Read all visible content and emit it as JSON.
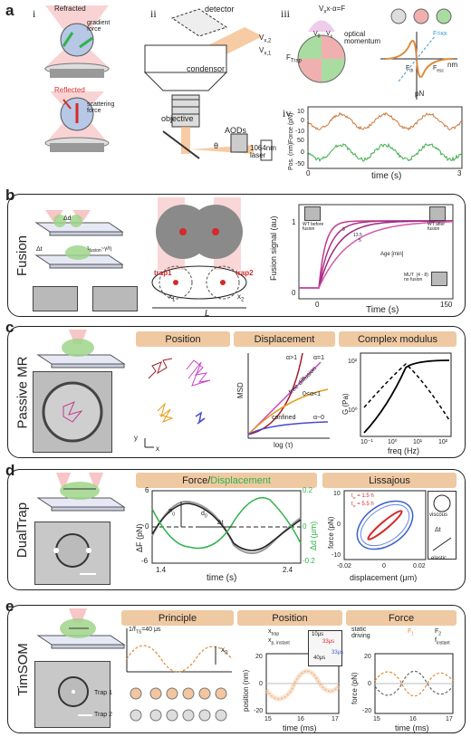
{
  "panels": {
    "a": {
      "letter": "a",
      "i": {
        "roman": "i",
        "refracted": "Refracted",
        "gradient_force": "gradient\nforce",
        "reflected": "Reflected",
        "scattering_force": "scattering\nforce"
      },
      "ii": {
        "roman": "ii",
        "detector": "detector",
        "vx2": "V",
        "vx2_sub": "x,2",
        "vx1": "V",
        "vx1_sub": "x,1",
        "condensor": "condensor",
        "objective": "objective",
        "aods": "AODs",
        "theta": "θ",
        "laser": "1064nm\nlaser"
      },
      "iii": {
        "roman": "iii",
        "vx_eq": "V",
        "vx_eq_rest": "x·α=F",
        "vx_eq_sub": "x",
        "v0": "V",
        "v0_sub": "0",
        "vx": "V",
        "vx_sub": "x",
        "optical_momentum": "optical\nmomentum",
        "f_trap": "F",
        "f_trap_sub": "Trap",
        "f_eq": "F=κx",
        "nm": "nm",
        "pn": "pN",
        "f_th": "F",
        "f_th_sub": "th",
        "f_esc": "F",
        "f_esc_sub": "esc"
      },
      "iv": {
        "roman": "iv",
        "ylabel_force": "Force (pN)",
        "ylabel_pos": "Pos. (nm)",
        "xlabel": "time (s)",
        "force_ticks": [
          "10",
          "0",
          "-10"
        ],
        "pos_ticks": [
          "50",
          "0",
          "-50"
        ],
        "x_ticks": [
          "0",
          "3"
        ]
      }
    },
    "b": {
      "letter": "b",
      "title": "Fusion",
      "delta_d": "Δd",
      "delta_t": "Δt",
      "tau": "τ",
      "tau_sub": "fusion",
      "tau_rest": "~γ/η",
      "trap1": "trap1",
      "trap2": "trap2",
      "x1": "x",
      "x1_sub": "1",
      "x2": "x",
      "x2_sub": "2",
      "L": "L",
      "ylabel": "Fusion signal (au)",
      "xlabel": "Time (s)",
      "x_ticks": [
        "0",
        "150"
      ],
      "y_ticks": [
        "1",
        "0"
      ],
      "wt_before": "WT before\nfusion",
      "wt_after": "WT after\nfusion",
      "age": "Age [min]",
      "mut": "MUT  (4 - 8)\nno fusion",
      "age_labels": [
        "9",
        "13.5",
        "5"
      ]
    },
    "c": {
      "letter": "c",
      "title": "Passive MR",
      "headers": [
        "Position",
        "Displacement",
        "Complex modulus"
      ],
      "axis_y": "y",
      "axis_x": "x",
      "msd_ylabel": "MSD",
      "msd_xlabel": "log (τ)",
      "alpha_gt1": "α>1",
      "alpha_eq1": "α=1",
      "free_diffusion": "free diffusion",
      "alpha_between": "0<α<1",
      "confined": "confined",
      "alpha_0": "α~0",
      "g_ylabel": "G (Pa)",
      "g_xlabel": "freq (Hz)",
      "g_yticks": [
        "10²",
        "10⁰"
      ],
      "g_xticks": [
        "10⁻¹",
        "10⁰",
        "10¹",
        "10²"
      ]
    },
    "d": {
      "letter": "d",
      "title": "DualTrap",
      "header_force": "Force",
      "header_slash": "/",
      "header_disp": "Displacement",
      "header_lissajous": "Lissajous",
      "ylabel_left": "ΔF (pN)",
      "ylabel_right": "Δd (μm)",
      "xlabel": "time (s)",
      "left_ticks": [
        "6",
        "0",
        "-6"
      ],
      "right_ticks": [
        "0.2",
        "0",
        "-0.2"
      ],
      "x_ticks": [
        "1.4",
        "2.4"
      ],
      "f0": "F",
      "f0_sub": "0",
      "d0": "d",
      "d0_sub": "0",
      "dt": "Δt",
      "liss_ylabel": "force (pN)",
      "liss_xlabel": "displacement (μm)",
      "liss_yticks": [
        "10",
        "0",
        "-10"
      ],
      "liss_xticks": [
        "-0.02",
        "0",
        "0.02"
      ],
      "legend_1": "t",
      "legend_1_sub": "w",
      "legend_1_val": " = 1.5 h",
      "legend_2": "t",
      "legend_2_sub": "w",
      "legend_2_val": " = 5.5 h",
      "viscous": "viscous",
      "delta_t": "Δt",
      "elastic": "elastic"
    },
    "e": {
      "letter": "e",
      "title": "TimSOM",
      "headers": [
        "Principle",
        "Position",
        "Force"
      ],
      "period": "1/f",
      "period_sub": "TS",
      "period_val": "=40 μs",
      "x0": "x",
      "x0_sub": "0",
      "trap1": "Trap 1",
      "trap2": "Trap 2",
      "pos_legend_1": "x",
      "pos_legend_1_sub": "trap",
      "pos_legend_2": "x",
      "pos_legend_2_sub": "p, instant",
      "inset_1": "10μs",
      "inset_2": "33μs",
      "inset_3": "40μs",
      "inset_4": "33μs",
      "pos_ylabel": "position (nm)",
      "pos_xlabel": "time (ms)",
      "pos_yticks": [
        "20",
        "0",
        "-20"
      ],
      "pos_xticks": [
        "15",
        "16",
        "17"
      ],
      "force_static": "static\ndriving",
      "force_f1": "F",
      "force_f1_sub": "1",
      "force_f2": "F",
      "force_f2_sub": "2",
      "force_instant": "f",
      "force_instant_sub": "instant",
      "force_ylabel": "force (pN)",
      "force_xlabel": "time (ms)",
      "force_yticks": [
        "20",
        "0",
        "-20"
      ],
      "force_xticks": [
        "15",
        "16",
        "17"
      ]
    }
  },
  "colors": {
    "header_bg": "#efc9a2",
    "green": "#2fb34a",
    "orange": "#e08a3c",
    "magenta": "#c23a8f",
    "red_trap": "#d52a2a",
    "blue": "#3a5fd0",
    "gray": "#9a9a9a"
  }
}
